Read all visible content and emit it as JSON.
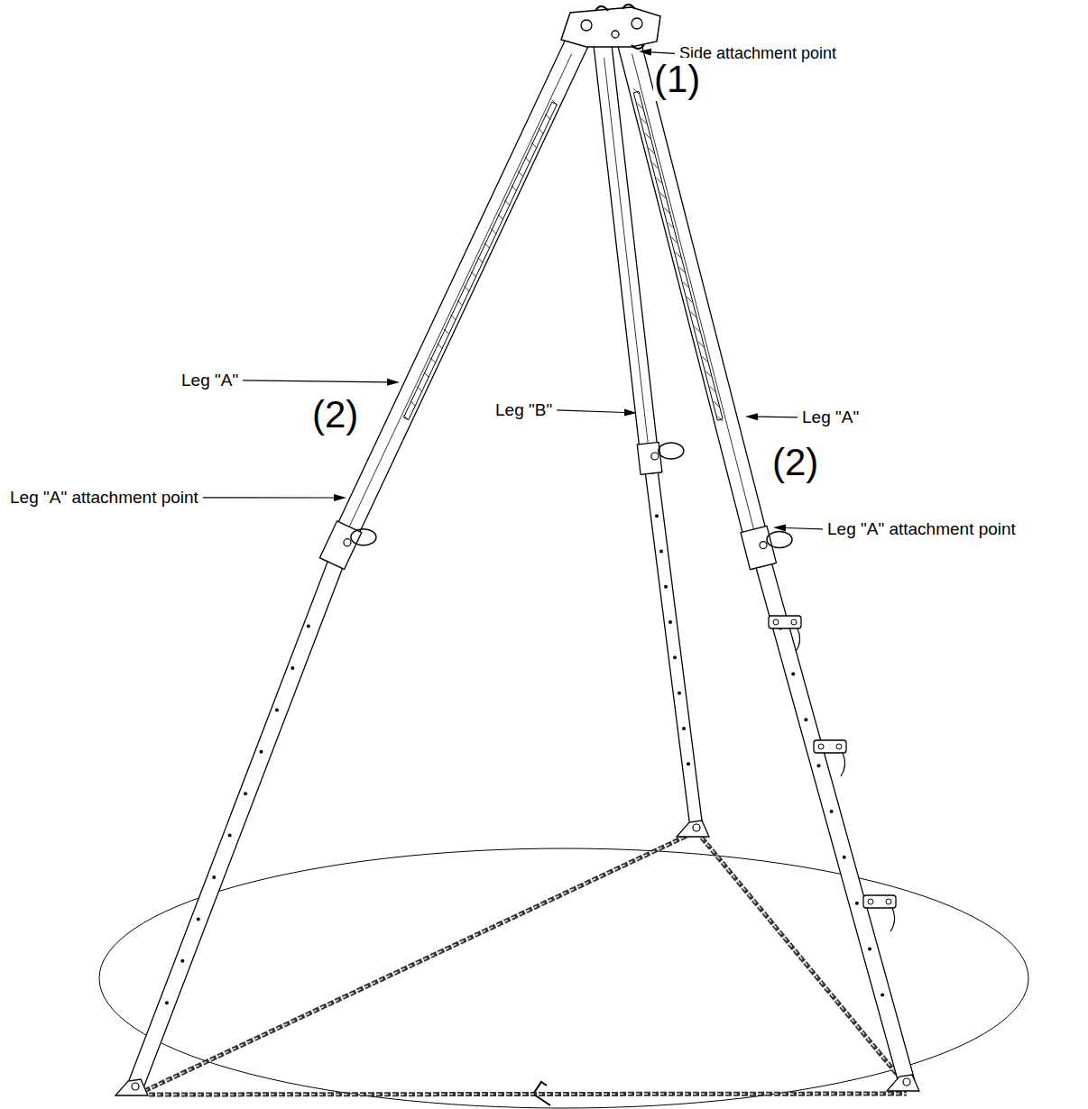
{
  "diagram": {
    "labels": [
      "Side attachment point",
      "(1)",
      "Leg \"A\"",
      "Leg \"B\"",
      "Leg \"A\"",
      "(2)",
      "(2)",
      "Leg \"A\" attachment point",
      "Leg \"A\" attachment point"
    ]
  }
}
